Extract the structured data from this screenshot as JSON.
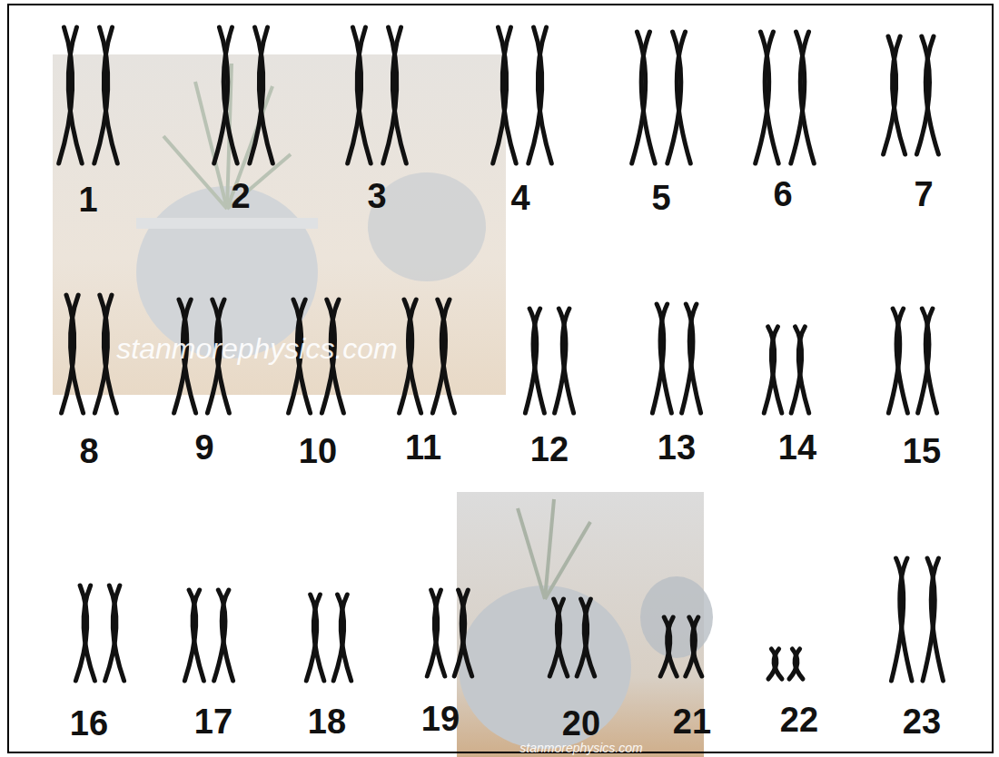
{
  "diagram": {
    "labels": [
      "1",
      "2",
      "3",
      "4",
      "5",
      "6",
      "7",
      "8",
      "9",
      "10",
      "11",
      "12",
      "13",
      "14",
      "15",
      "16",
      "17",
      "18",
      "19",
      "20",
      "21",
      "22",
      "23",
      "stanmorephysics.com",
      "stanmorephysics.com"
    ]
  }
}
